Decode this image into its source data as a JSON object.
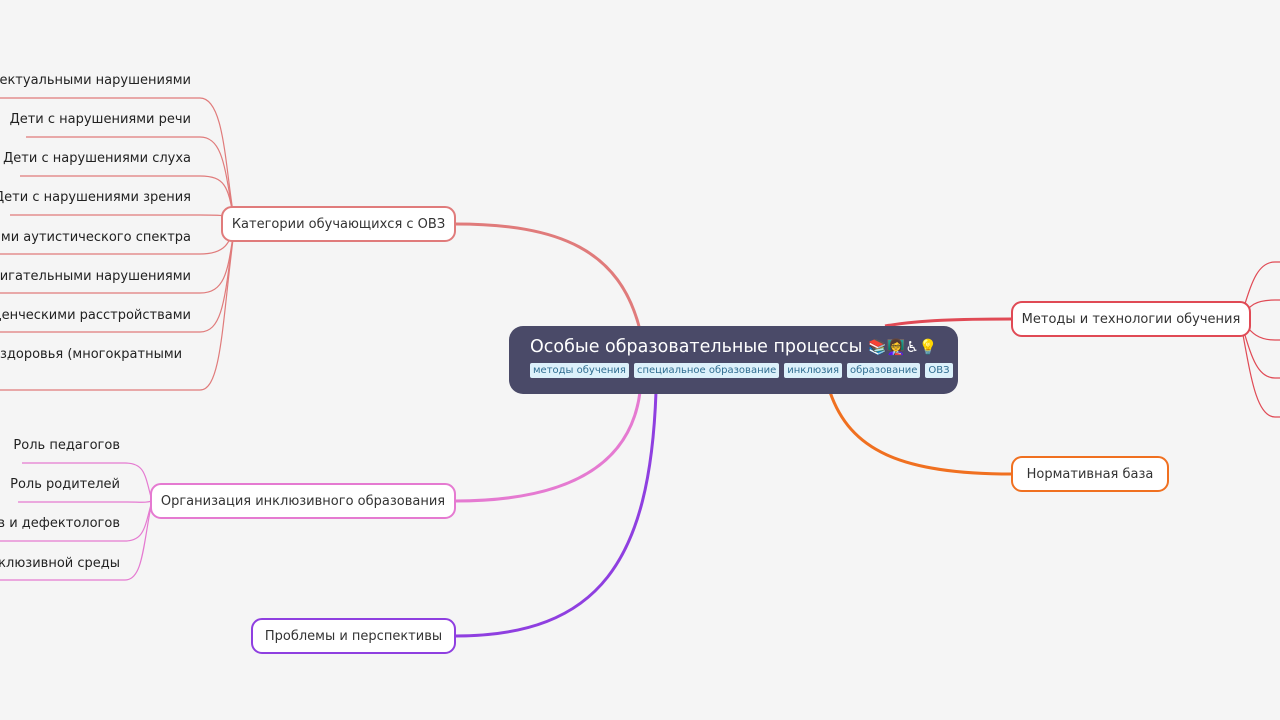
{
  "root": {
    "title": "Особые образовательные процессы",
    "emojis": "📚👩‍🏫♿💡",
    "tags": [
      "методы обучения",
      "специальное образование",
      "инклюзия",
      "образование",
      "ОВЗ"
    ]
  },
  "branches": {
    "categories": {
      "label": "Категории обучающихся с ОВЗ",
      "color": "#e07b7b",
      "children": [
        "ллектуальными нарушениями",
        "Дети с нарушениями речи",
        "Дети с нарушениями слуха",
        "Дети с нарушениями зрения",
        "твами аутистического спектра",
        "двигательными нарушениями",
        "веденческими расстройствами",
        "здоровья (многократными"
      ]
    },
    "inclusive": {
      "label": "Организация инклюзивного образования",
      "color": "#e57ad1",
      "children": [
        "Роль педагогов",
        "Роль родителей",
        "гов и дефектологов",
        "нклюзивной среды"
      ]
    },
    "problems": {
      "label": "Проблемы и перспективы",
      "color": "#8f3fe0"
    },
    "methods": {
      "label": "Методы и технологии обучения",
      "color": "#e04a55"
    },
    "normative": {
      "label": "Нормативная база",
      "color": "#f07020"
    }
  }
}
